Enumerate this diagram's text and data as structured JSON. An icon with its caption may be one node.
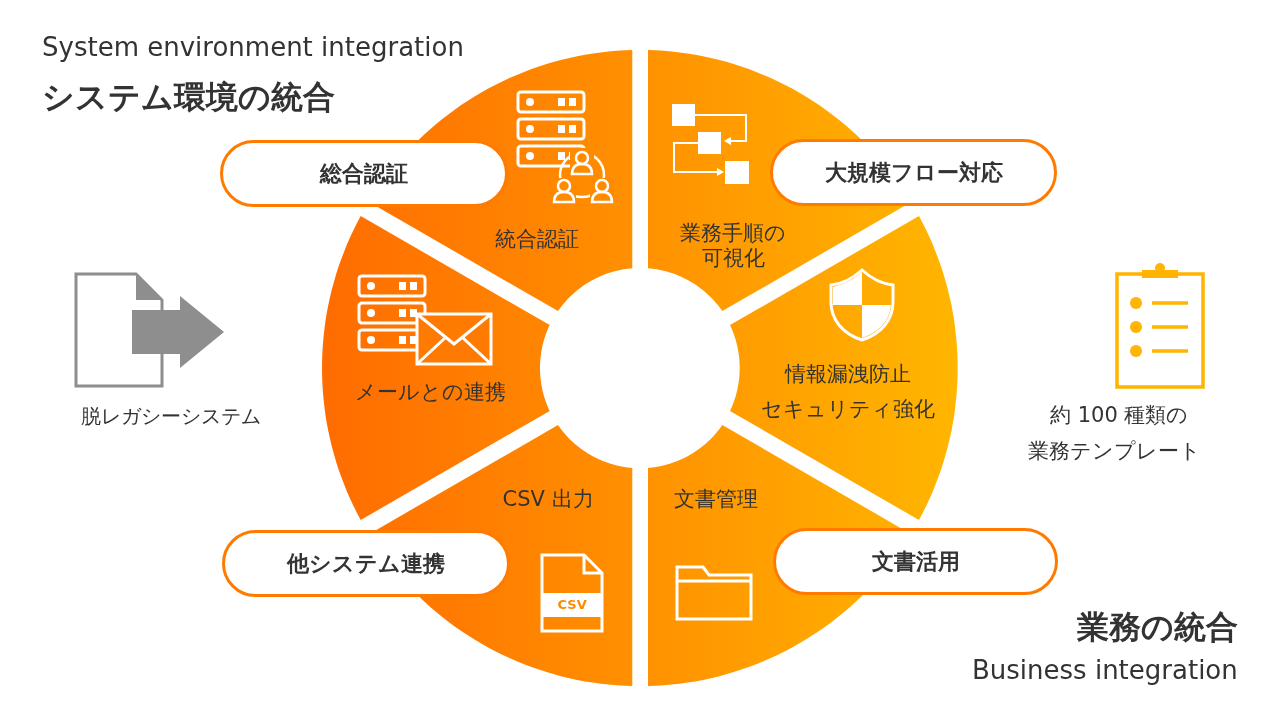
{
  "diagram": {
    "nodes": [
      {
        "text": [
          "総合認証"
        ]
      },
      {
        "text": [
          "統合認証"
        ]
      },
      {
        "text": [
          "業務手順の可視化"
        ]
      },
      {
        "text": [
          "大規模フロー対応"
        ]
      },
      {
        "text": [
          "メールとの連携"
        ]
      },
      {
        "text": [
          "情報漏洩防止",
          "セキュリティ強化"
        ]
      },
      {
        "text": [
          "CSV 出力"
        ]
      },
      {
        "text": [
          "文書管理"
        ]
      },
      {
        "text": [
          "他システム連携"
        ]
      },
      {
        "text": [
          "文書活用"
        ]
      }
    ],
    "edges": [],
    "labels": [
      "System environment integration",
      "システム環境の統合",
      "脱レガシーシステム",
      "約 100 種類の",
      "業務テンプレート",
      "CSV",
      "業務の統合",
      "Business integration"
    ]
  }
}
